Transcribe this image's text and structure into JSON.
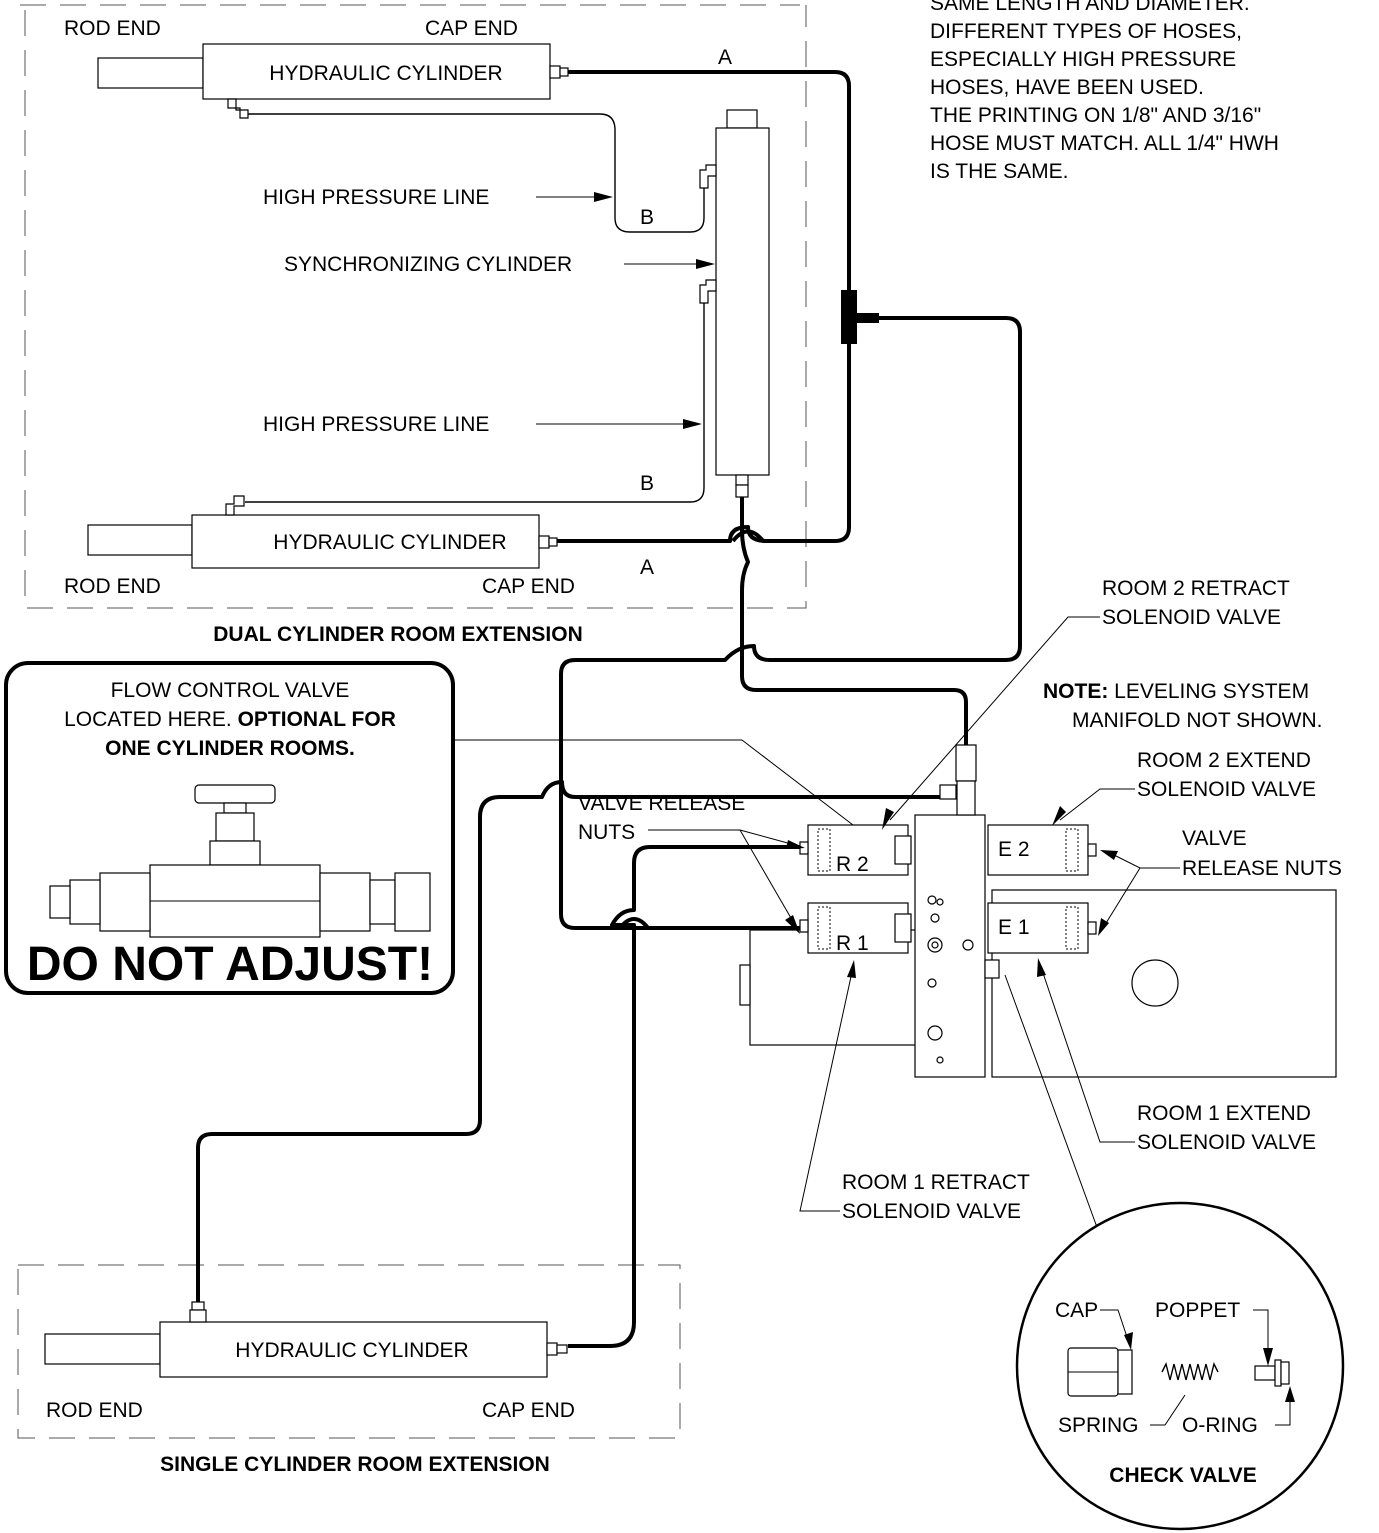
{
  "diagram_title": {
    "dual": "DUAL CYLINDER ROOM EXTENSION",
    "single": "SINGLE CYLINDER ROOM EXTENSION"
  },
  "top_note": {
    "lines": [
      "SAME LENGTH AND DIAMETER.",
      "DIFFERENT TYPES OF HOSES,",
      "ESPECIALLY HIGH PRESSURE",
      "HOSES, HAVE BEEN USED.",
      "THE PRINTING ON 1/8\" AND 3/16\"",
      "HOSE MUST MATCH.  ALL 1/4\" HWH",
      "IS THE SAME."
    ]
  },
  "dual": {
    "rod_end_top": "ROD END",
    "cap_end_top": "CAP END",
    "cyl_top": "HYDRAULIC CYLINDER",
    "cyl_bottom": "HYDRAULIC CYLINDER",
    "rod_end_bottom": "ROD END",
    "cap_end_bottom": "CAP END",
    "hp_line_1": "HIGH PRESSURE LINE",
    "sync_cyl": "SYNCHRONIZING CYLINDER",
    "hp_line_2": "HIGH PRESSURE LINE",
    "a_top": "A",
    "b_top": "B",
    "b_bottom": "B",
    "a_bottom": "A"
  },
  "flow_box": {
    "line1": "FLOW CONTROL VALVE",
    "line2_plain": "LOCATED HERE. ",
    "line2_bold": "OPTIONAL FOR",
    "line3": "ONE CYLINDER ROOMS.",
    "warning": "DO NOT ADJUST!"
  },
  "manifold": {
    "room2_retract": [
      "ROOM 2 RETRACT",
      "SOLENOID VALVE"
    ],
    "note_bold": "NOTE:",
    "note_rest": " LEVELING SYSTEM",
    "note_line2": "MANIFOLD NOT SHOWN.",
    "room2_extend": [
      "ROOM 2 EXTEND",
      "SOLENOID VALVE"
    ],
    "valve_release_nuts_left": [
      "VALVE RELEASE",
      "NUTS"
    ],
    "valve_release_nuts_right": [
      "VALVE",
      "RELEASE NUTS"
    ],
    "r2": "R 2",
    "r1": "R 1",
    "e2": "E 2",
    "e1": "E 1",
    "room1_extend": [
      "ROOM 1 EXTEND",
      "SOLENOID VALVE"
    ],
    "room1_retract": [
      "ROOM 1 RETRACT",
      "SOLENOID VALVE"
    ]
  },
  "single": {
    "cyl": "HYDRAULIC CYLINDER",
    "rod_end": "ROD END",
    "cap_end": "CAP END"
  },
  "check_valve": {
    "cap": "CAP",
    "poppet": "POPPET",
    "spring": "SPRING",
    "oring": "O-RING",
    "title": "CHECK VALVE"
  }
}
